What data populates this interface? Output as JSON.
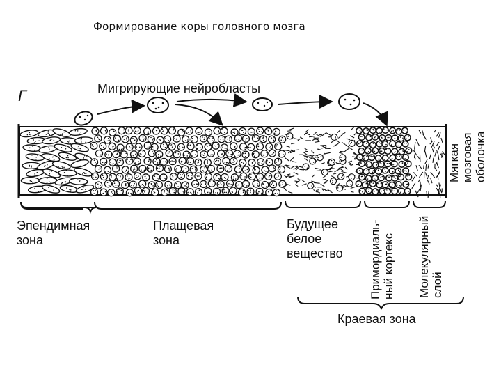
{
  "title": "Формирование коры головного мозга",
  "panel_letter": "Г",
  "migration_label": "Мигрирующие нейробласты",
  "zones": {
    "ependymal": [
      "Эпендимная",
      "зона"
    ],
    "mantle": [
      "Плащевая",
      "зона"
    ],
    "white_matter": [
      "Будущее",
      "белое",
      "вещество"
    ],
    "primordial_cortex": [
      "Примордиаль-",
      "ный кортекс"
    ],
    "molecular_layer": [
      "Молекулярный",
      "слой"
    ],
    "pia_mater": [
      "Мягкая",
      "мозговая",
      "оболочка"
    ],
    "marginal": "Краевая зона"
  }
}
